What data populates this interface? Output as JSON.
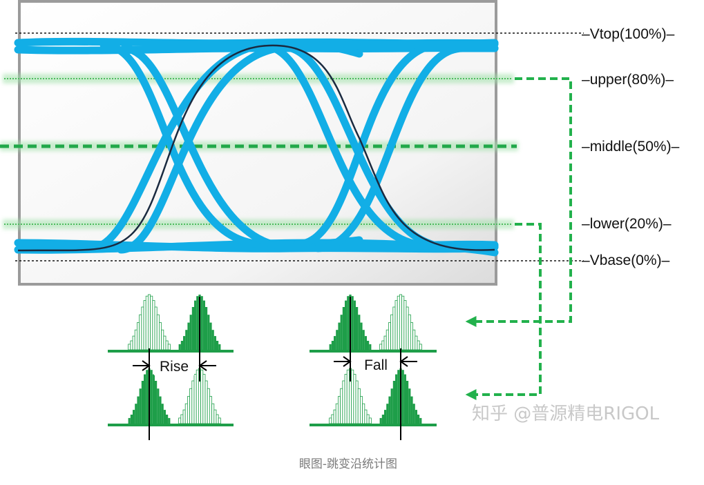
{
  "diagram": {
    "levels": [
      {
        "id": "vtop",
        "label": "Vtop(100%)"
      },
      {
        "id": "upper",
        "label": "upper(80%)"
      },
      {
        "id": "middle",
        "label": "middle(50%)"
      },
      {
        "id": "lower",
        "label": "lower(20%)"
      },
      {
        "id": "vbase",
        "label": "Vbase(0%)"
      }
    ],
    "rise_label": "Rise",
    "fall_label": "Fall",
    "colors": {
      "trace": "#12aee6",
      "trace_dark": "#1a2a40",
      "threshold": "#22b14c",
      "histogram": "#1e9e49",
      "frame": "#9b9b9b"
    }
  },
  "watermark": "知乎 @普源精电RIGOL",
  "caption": "眼图-跳变沿统计图"
}
